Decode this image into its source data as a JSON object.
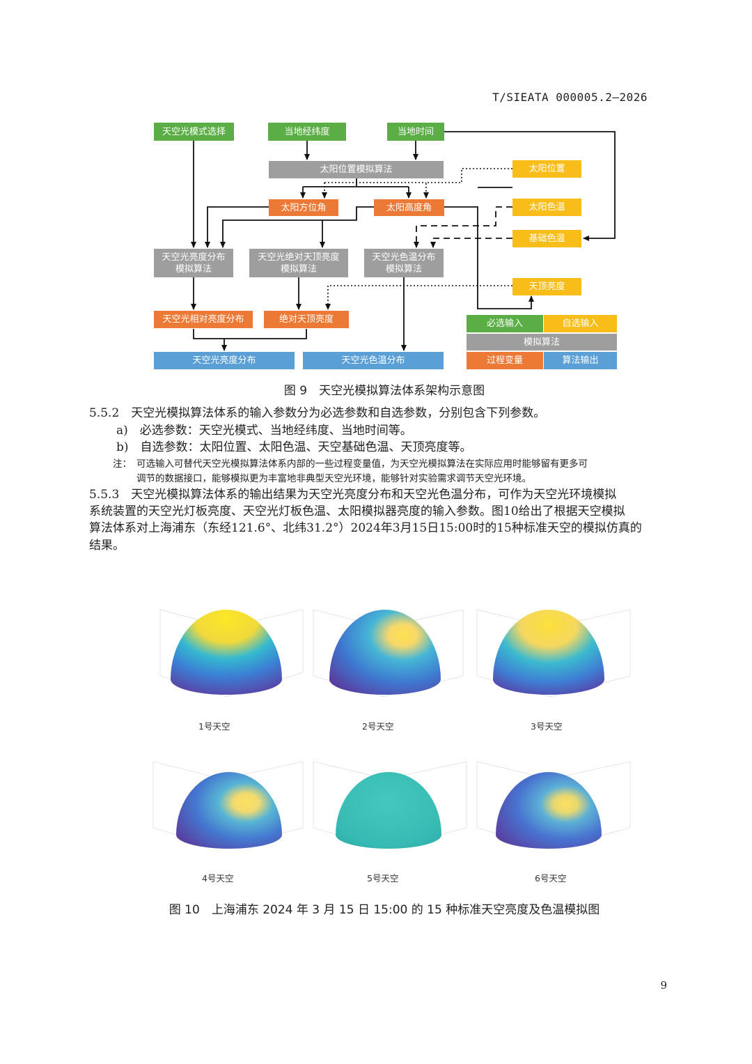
{
  "header": {
    "doc_id": "T/SIEATA 000005.2—2026"
  },
  "fig9": {
    "caption": "图 9　天空光模拟算法体系架构示意图",
    "boxes": {
      "mode": "天空光模式选择",
      "latlon": "当地经纬度",
      "time": "当地时间",
      "sunpos_algo": "太阳位置模拟算法",
      "sun_position": "太阳位置",
      "azimuth": "太阳方位角",
      "altitude": "太阳高度角",
      "sun_cct": "太阳色温",
      "base_cct": "基础色温",
      "lum_algo_1": "天空光亮度分布",
      "lum_algo_2": "模拟算法",
      "zenith_algo_1": "天空光绝对天顶亮度",
      "zenith_algo_2": "模拟算法",
      "cct_algo_1": "天空光色温分布",
      "cct_algo_2": "模拟算法",
      "zenith_lum": "天顶亮度",
      "relative_lum": "天空光相对亮度分布",
      "abs_zenith": "绝对天顶亮度",
      "lum_dist": "天空光亮度分布",
      "cct_dist": "天空光色温分布"
    },
    "legend": {
      "required": "必选输入",
      "optional": "自选输入",
      "algorithm": "模拟算法",
      "process": "过程变量",
      "output": "算法输出"
    },
    "colors": {
      "required": "#5aae45",
      "optional": "#f9bd1a",
      "algorithm": "#9e9e9e",
      "process": "#ec7a36",
      "output": "#5a9fd6"
    }
  },
  "text": {
    "p552": "5.5.2　天空光模拟算法体系的输入参数分为必选参数和自选参数，分别包含下列参数。",
    "item_a": "a)　必选参数：天空光模式、当地经纬度、当地时间等。",
    "item_b": "b)　自选参数：太阳位置、太阳色温、天空基础色温、天顶亮度等。",
    "note_label": "注：",
    "note_l1": "可选输入可替代天空光模拟算法体系内部的一些过程变量值，为天空光模拟算法在实际应用时能够留有更多可",
    "note_l2": "调节的数据接口，能够模拟更为丰富地非典型天空光环境，能够针对实验需求调节天空光环境。",
    "p553_l1": "5.5.3　天空光模拟算法体系的输出结果为天空光亮度分布和天空光色温分布，可作为天空光环境模拟",
    "p553_l2": "系统装置的天空光灯板亮度、天空光灯板色温、太阳模拟器亮度的输入参数。图10给出了根据天空模拟",
    "p553_l3": "算法体系对上海浦东（东经121.6°、北纬31.2°）2024年3月15日15:00时的15种标准天空的模拟仿真的",
    "p553_l4": "结果。"
  },
  "fig10": {
    "caption": "图 10　上海浦东 2024 年 3 月 15 日 15:00 的 15 种标准天空亮度及色温模拟图",
    "panels": [
      {
        "label": "1号天空"
      },
      {
        "label": "2号天空"
      },
      {
        "label": "3号天空"
      },
      {
        "label": "4号天空"
      },
      {
        "label": "5号天空"
      },
      {
        "label": "6号天空"
      }
    ]
  },
  "page_number": "9"
}
